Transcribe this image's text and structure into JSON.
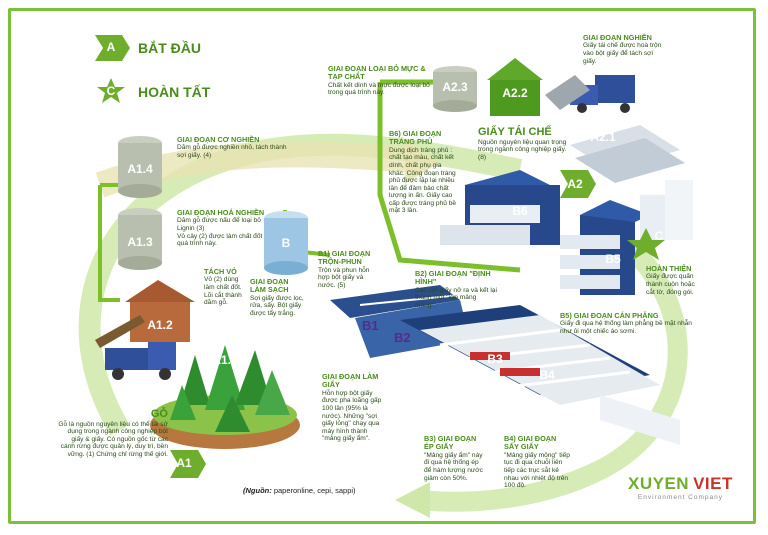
{
  "legend": {
    "start_letter": "A",
    "start_label": "BẮT ĐẦU",
    "end_letter": "C",
    "end_label": "HOÀN TẤT"
  },
  "nodes": {
    "a1": "A1",
    "a11": "A1.1",
    "a12": "A1.2",
    "a13": "A1.3",
    "a14": "A1.4",
    "a2": "A2",
    "a21": "A2.1",
    "a22": "A2.2",
    "a23": "A2.3",
    "b": "B",
    "b1": "B1",
    "b2": "B2",
    "b3": "B3",
    "b4": "B4",
    "b5": "B5",
    "b6": "B6",
    "c": "C"
  },
  "steps": {
    "a14": {
      "title": "GIAI ĐOẠN CƠ NGHIỀN",
      "text": "Dăm gỗ được nghiền nhỏ, tách thành sợi giấy. (4)"
    },
    "a13": {
      "title": "GIAI ĐOẠN HOÁ NGHIỀN",
      "text1": "Dăm gỗ được nấu để loại bỏ Lignin (3)",
      "text2": "Vỏ cây (2) được làm chất đốt quá trình này."
    },
    "a12": {
      "title": "TÁCH VỎ",
      "text": "Vỏ (2) dùng làm chất đốt. Lõi cắt thành dăm gỗ."
    },
    "go": {
      "title": "GỖ",
      "text": "Gỗ là nguồn nguyên liệu có thể tái sử dụng trong ngành công nghiệp bột giấy & giấy. Có nguồn gốc từ các cánh rừng được quản lý, duy trì, bền vững. (1) Chứng chỉ rừng thế giới."
    },
    "a23": {
      "title": "GIAI ĐOẠN LOẠI BỎ MỰC & TẠP CHẤT",
      "text": "Chất kết dính và mực được loại bỏ trong quá trình này."
    },
    "a22": {
      "title": "GIAI ĐOẠN NGHIỀN",
      "text": "Giấy tái chế được hoà trộn vào bột giấy để tách sợi giấy."
    },
    "a21": {
      "title": "GIẤY TÁI CHẾ",
      "text": "Nguồn nguyên liệu quan trọng trong ngành công nghiệp giấy. (8)"
    },
    "b6": {
      "title": "B6) GIAI ĐOẠN TRÁNG PHỦ",
      "text": "Dung dịch tráng phủ : chất tạo màu, chất kết dính, chất phụ gia khác. Công đoạn tráng phủ được lặp lại nhiều lần để đảm bảo chất lượng in ấn. Giấy cao cấp được tráng phủ bề mặt 3 lần."
    },
    "b": {
      "title": "GIAI ĐOẠN LÀM SẠCH",
      "text": "Sợi giấy được lọc, rửa, sấy. Bột giấy được tẩy trắng."
    },
    "b1": {
      "title": "B1) GIAI ĐOẠN TRỘN-PHUN",
      "text": "Trộn và phun hỗn hợp bột giấy và nước. (5)"
    },
    "b2": {
      "title": "B2) GIAI ĐOẠN \"ĐỊNH HÌNH\"",
      "text": "Các sợi giấy nở ra và kết lại thành một \"lớp mảng mỏng\"."
    },
    "c": {
      "title": "HOÀN THIỆN",
      "text": "Giấy được quấn thành cuộn hoặc cắt tờ, đóng gói."
    },
    "b5": {
      "title": "B5) GIAI ĐOẠN CÁN PHẲNG",
      "text": "Giấy đi qua hệ thống làm phẳng bề mặt nhẵn như ủi một chiếc áo sơmi."
    },
    "lamgiay": {
      "title": "GIAI ĐOẠN LÀM GIẤY",
      "text": "Hỗn hợp bột giấy được pha loãng gấp 100 lần (95% là nước). Những \"sợi giấy lỏng\" chạy qua máy hình thành \"mảng giấy ẩm\"."
    },
    "b3": {
      "title": "B3) GIAI ĐOẠN ÉP GIẤY",
      "text": "\"Mảng giấy ẩm\" này đi qua hệ thống ép để hàm lượng nước giảm còn 50%."
    },
    "b4": {
      "title": "B4) GIAI ĐOẠN SẤY GIẤY",
      "text": "\"Mảng giấy mỏng\" tiếp tục đi qua chuỗi liên tiếp các trục sắt kẻ nhau với nhiệt độ trên 100 độ."
    }
  },
  "source": {
    "prefix": "(Nguồn:",
    "text": " paperonline, cepi, sappi)"
  },
  "brand": {
    "name_a": "XUYEN",
    "name_b": "VIET",
    "tagline": "Environment Company"
  },
  "colors": {
    "green": "#4a8c1c",
    "frame": "#7cbf3a",
    "blue": "#2b4f8c",
    "purple": "#5a2a8a"
  }
}
